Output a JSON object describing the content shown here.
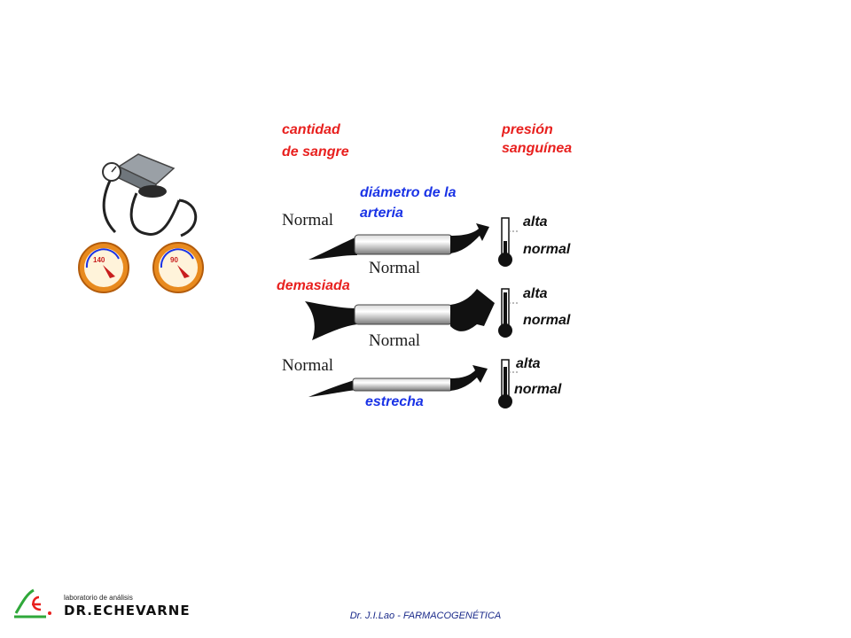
{
  "diagram": {
    "header_left": [
      "cantidad",
      "de sangre"
    ],
    "header_right": [
      "presión",
      "sanguínea"
    ],
    "header_mid": [
      "diámetro de la",
      "arteria"
    ],
    "rows": [
      {
        "left": "Normal",
        "under": "Normal",
        "high": "alta",
        "low": "normal"
      },
      {
        "left": "demasiada",
        "under": "Normal",
        "high": "alta",
        "low": "normal"
      },
      {
        "left": "Normal",
        "under": "estrecha",
        "high": "alta",
        "low": "normal"
      }
    ]
  },
  "gauges": {
    "systolic": "140",
    "diastolic": "90"
  },
  "logo": {
    "subtitle": "laboratorio de análisis",
    "brand": "DR.ECHEVARNE"
  },
  "footer": {
    "text": "Dr. J.I.Lao - FARMACOGENÉTICA"
  },
  "colors": {
    "red_label": "#e8201e",
    "blue_label": "#1a33e6",
    "gauge_orange": "#e88a1e",
    "footer_blue": "#1a2a8a"
  }
}
